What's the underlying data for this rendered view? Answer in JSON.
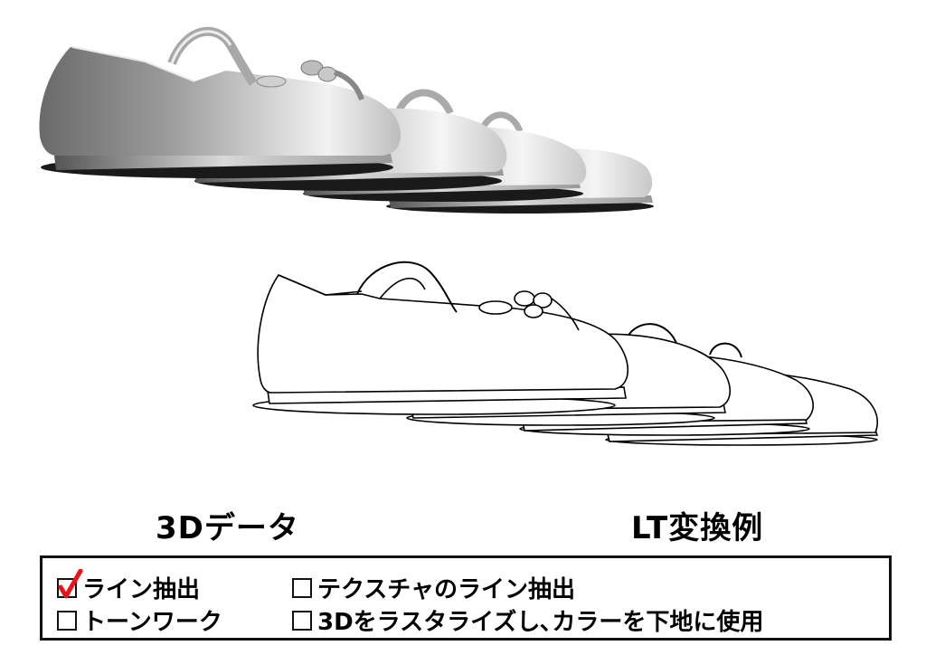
{
  "figure": {
    "top_image": {
      "label": "3D shaded shoe models (four shoes in perspective row)",
      "style": "grayscale-shaded"
    },
    "bottom_image": {
      "label": "Line-art conversion of the shoe models",
      "style": "black-line-on-white"
    }
  },
  "captions": {
    "left": "3Dデータ",
    "right": "LT変換例"
  },
  "options": [
    {
      "label": "ライン抽出",
      "checked": true
    },
    {
      "label": "テクスチャのライン抽出",
      "checked": false
    },
    {
      "label": "トーンワーク",
      "checked": false
    },
    {
      "label": "3Dをラスタライズし､カラーを下地に使用",
      "checked": false
    }
  ],
  "colors": {
    "check_mark": "#e8141c",
    "border": "#111111",
    "shoe_shadow": "#1a1a1a"
  }
}
